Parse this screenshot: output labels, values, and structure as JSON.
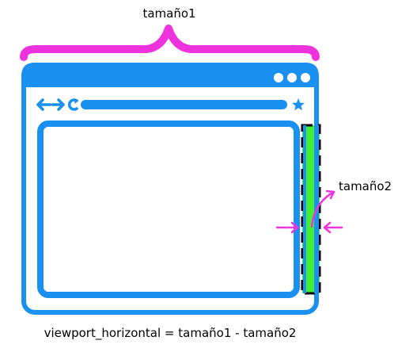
{
  "diagram": {
    "labels": {
      "size1": "tamaño1",
      "size2": "tamaño2",
      "formula": "viewport_horizontal = tamaño1 - tamaño2"
    },
    "icons": {
      "back": "arrow-left-icon",
      "forward": "arrow-right-icon",
      "reload": "reload-icon",
      "bookmark": "star-icon",
      "window_controls": "three-dots-icon"
    },
    "colors": {
      "browser": "#1a90f0",
      "brace": "#ee33dd",
      "scrollbar": "#44ee33",
      "dimension_arrows": "#ee33dd",
      "dashed_outline": "#000000",
      "text": "#000000"
    }
  }
}
